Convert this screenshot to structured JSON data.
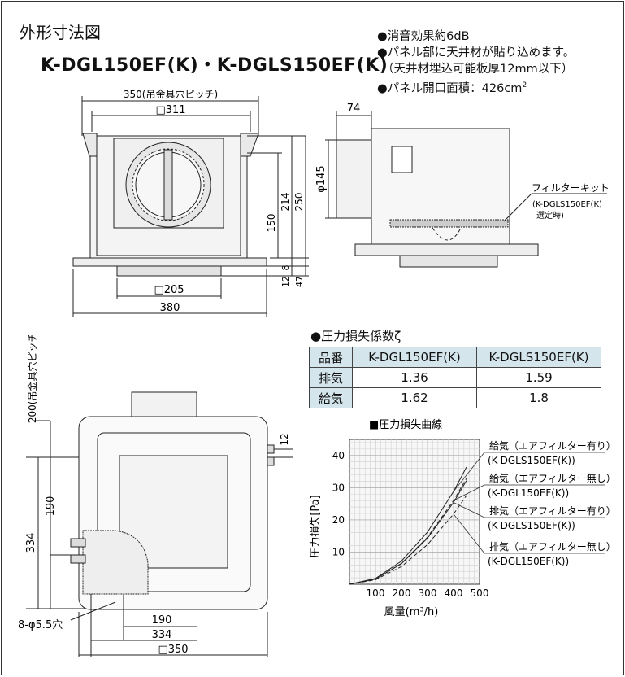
{
  "header": {
    "title": "外形寸法図",
    "model": "K-DGL150EF(K)・K-DGLS150EF(K)"
  },
  "specs": [
    "●消音効果約6dB",
    "●パネル部に天井材が貼り込めます。",
    "（天井材埋込可能板厚12mm以下）",
    "●パネル開口面積：426cm²"
  ],
  "front_view": {
    "dims": {
      "pitch": "350(吊金具穴ピッチ)",
      "square_top": "□311",
      "square_bottom": "□205",
      "width": "380",
      "h150": "150",
      "h214": "214",
      "h250": "250",
      "h8": "8",
      "h12": "12",
      "h47": "47"
    }
  },
  "side_view": {
    "dims": {
      "d74": "74",
      "phi145": "φ145"
    },
    "filter_label": "フィルターキット",
    "filter_note_1": "(K-DGLS150EF(K)",
    "filter_note_2": "選定時)"
  },
  "bottom_view": {
    "dims": {
      "pitch_vertical": "200(吊金具穴ピッチ)",
      "v190": "190",
      "v334": "334",
      "v12": "12",
      "h190": "190",
      "h334": "334",
      "h350": "□350",
      "holes": "8-φ5.5穴"
    }
  },
  "pressure_loss": {
    "title": "●圧力損失係数ζ",
    "headers": [
      "品番",
      "K-DGL150EF(K)",
      "K-DGLS150EF(K)"
    ],
    "rows": [
      {
        "label": "排気",
        "v1": "1.36",
        "v2": "1.59"
      },
      {
        "label": "給気",
        "v1": "1.62",
        "v2": "1.8"
      }
    ]
  },
  "chart_data": {
    "type": "line",
    "title": "■圧力損失曲線",
    "xlabel": "風量(m³/h)",
    "ylabel": "圧力損失[Pa]",
    "xlim": [
      0,
      500
    ],
    "ylim": [
      0,
      45
    ],
    "xticks": [
      "100",
      "200",
      "300",
      "400",
      "500"
    ],
    "yticks": [
      "10",
      "20",
      "30",
      "40"
    ],
    "grid": true,
    "series": [
      {
        "name_1": "給気（エアフィルター有り）",
        "name_2": "(K-DGLS150EF(K))",
        "style": "solid",
        "x": [
          0,
          100,
          200,
          300,
          400,
          450
        ],
        "y": [
          0,
          1.8,
          7.2,
          16.2,
          28.8,
          36.4
        ]
      },
      {
        "name_1": "給気（エアフィルター無し）",
        "name_2": "(K-DGL150EF(K))",
        "style": "dashed",
        "x": [
          0,
          100,
          200,
          300,
          400,
          450
        ],
        "y": [
          0,
          1.6,
          6.5,
          14.6,
          26.0,
          32.9
        ]
      },
      {
        "name_1": "排気（エアフィルター有り）",
        "name_2": "(K-DGLS150EF(K))",
        "style": "solid",
        "x": [
          0,
          100,
          200,
          300,
          400,
          450
        ],
        "y": [
          0,
          1.6,
          6.4,
          14.3,
          25.4,
          32.2
        ]
      },
      {
        "name_1": "排気（エアフィルター無し）",
        "name_2": "(K-DGL150EF(K))",
        "style": "dashed",
        "x": [
          0,
          100,
          200,
          300,
          400,
          450
        ],
        "y": [
          0,
          1.4,
          5.5,
          12.3,
          21.8,
          27.6
        ]
      }
    ]
  }
}
